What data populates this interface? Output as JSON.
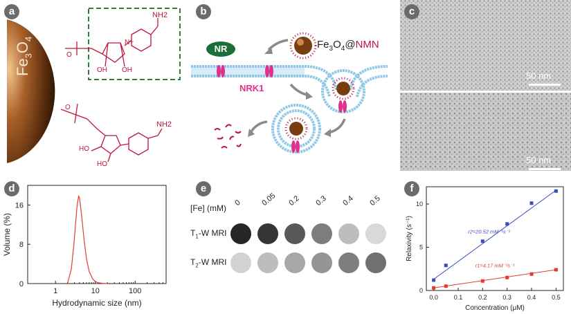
{
  "panels": {
    "a": "a",
    "b": "b",
    "c": "c",
    "d": "d",
    "e": "e",
    "f": "f"
  },
  "panel_a": {
    "core_label": "Fe3O4",
    "core_main": "Fe",
    "core_sub1": "3",
    "core_o": "O",
    "core_sub2": "4",
    "nh2_top": "NH2",
    "nh2_bottom": "NH2",
    "oh_labels": [
      "OH",
      "OH",
      "HO",
      "HO"
    ],
    "o_labels": [
      "O",
      "O"
    ],
    "n_plus": "N+",
    "colors": {
      "structure": "#c0143c",
      "box": "#2e7d32",
      "core": "#7a3d12"
    }
  },
  "panel_b": {
    "nr_label": "NR",
    "particle_label": "Fe3O4@NMN",
    "particle_main": "Fe",
    "particle_sub1": "3",
    "particle_o": "O",
    "particle_sub2": "4",
    "particle_at": "@",
    "particle_nmn": "NMN",
    "receptor_label": "NRK1",
    "colors": {
      "nr": "#1b6e37",
      "receptor": "#e0308e",
      "membrane": "#8fc7e8",
      "fragments": "#c0143c"
    }
  },
  "panel_c": {
    "scale_top": "50 nm",
    "scale_bottom": "50 nm"
  },
  "panel_e": {
    "header": "[Fe] (mM)",
    "concentrations": [
      "0",
      "0.05",
      "0.2",
      "0.3",
      "0.4",
      "0.5"
    ],
    "row_t1": "T1-W MRI",
    "row_t1_main": "T",
    "row_t1_sub": "1",
    "row_t1_rest": "-W MRI",
    "row_t2_main": "T",
    "row_t2_sub": "2",
    "row_t2_rest": "-W MRI",
    "t1_gray": [
      "#262626",
      "#353535",
      "#595959",
      "#7d7d7d",
      "#bdbdbd",
      "#d9d9d9"
    ],
    "t2_gray": [
      "#d2d2d2",
      "#bdbdbd",
      "#a8a8a8",
      "#959595",
      "#7e7e7e",
      "#707070"
    ]
  },
  "chart_data": [
    {
      "type": "line",
      "panel": "d",
      "xlabel": "Hydrodynamic size (nm)",
      "ylabel": "Volume (%)",
      "xscale": "log",
      "xlim": [
        0.2,
        600
      ],
      "ylim": [
        0,
        20
      ],
      "xticks": [
        1,
        10,
        100
      ],
      "xtick_labels": [
        "1",
        "10",
        "100"
      ],
      "yticks": [
        0,
        8,
        16
      ],
      "ytick_labels": [
        "0",
        "8",
        "16"
      ],
      "series": [
        {
          "color": "#e53935",
          "x": [
            2.0,
            2.5,
            2.9,
            3.2,
            3.5,
            3.8,
            4.0,
            4.3,
            4.7,
            5.2,
            6.0,
            7.0,
            8.5,
            10.0,
            12.0,
            15.0,
            20.0
          ],
          "y": [
            0.0,
            3.0,
            8.0,
            12.5,
            16.0,
            17.8,
            17.5,
            15.5,
            12.5,
            9.0,
            5.0,
            2.5,
            1.0,
            0.4,
            0.15,
            0.05,
            0.0
          ]
        }
      ]
    },
    {
      "type": "scatter",
      "panel": "f",
      "xlabel": "Concentration (μM)",
      "ylabel": "Relaxivity (s⁻¹)",
      "xlim": [
        -0.03,
        0.53
      ],
      "ylim": [
        0,
        12
      ],
      "xticks": [
        0.0,
        0.1,
        0.2,
        0.3,
        0.4,
        0.5
      ],
      "xtick_labels": [
        "0.0",
        "0.1",
        "0.2",
        "0.3",
        "0.4",
        "0.5"
      ],
      "yticks": [
        0,
        5,
        10
      ],
      "ytick_labels": [
        "0",
        "5",
        "10"
      ],
      "x": [
        0.0,
        0.05,
        0.2,
        0.3,
        0.4,
        0.5
      ],
      "series": [
        {
          "annotation": "r2=20.52 mM⁻¹s⁻¹",
          "color": "#3b4cc0",
          "values": [
            1.2,
            2.9,
            5.7,
            7.7,
            10.1,
            11.5
          ],
          "fit": [
            1.3,
            11.6
          ]
        },
        {
          "annotation": "r1=4.17 mM⁻¹s⁻¹",
          "color": "#e53935",
          "values": [
            0.3,
            0.5,
            1.1,
            1.5,
            1.9,
            2.4
          ],
          "fit": [
            0.3,
            2.4
          ]
        }
      ]
    }
  ]
}
